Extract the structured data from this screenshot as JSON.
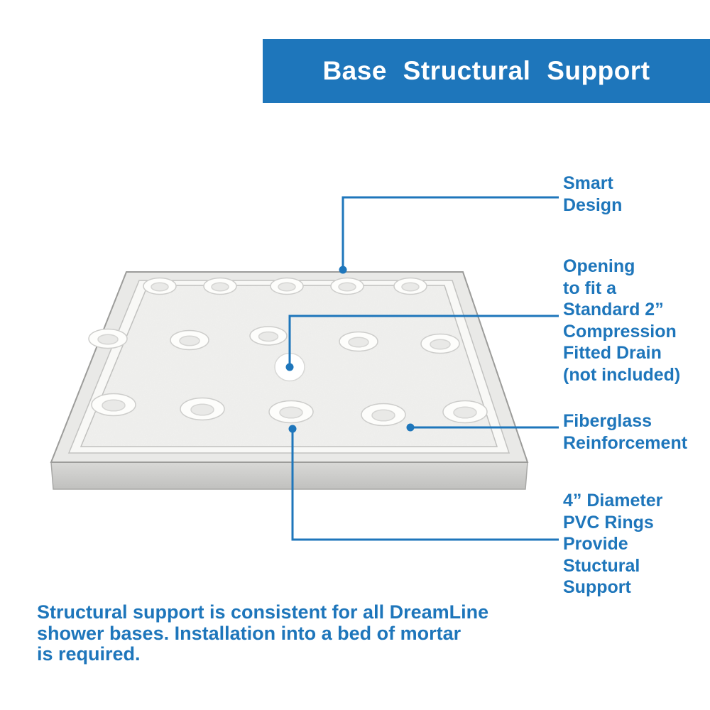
{
  "header": {
    "title": "Base Structural Support"
  },
  "callouts": {
    "smart_design": {
      "label": "Smart\nDesign"
    },
    "drain_opening": {
      "label": "Opening\nto fit a\nStandard 2”\nCompression\nFitted Drain\n(not included)"
    },
    "fiberglass": {
      "label": "Fiberglass\nReinforcement"
    },
    "pvc_rings": {
      "label": "4” Diameter\nPVC Rings\nProvide\nStuctural\nSupport"
    }
  },
  "footer": {
    "note": "Structural support is consistent for all DreamLine\nshower bases. Installation into a bed of mortar\nis required."
  },
  "colors": {
    "accent": "#1e76bb",
    "banner_text": "#ffffff",
    "base_surface": "#f1f1ef"
  }
}
